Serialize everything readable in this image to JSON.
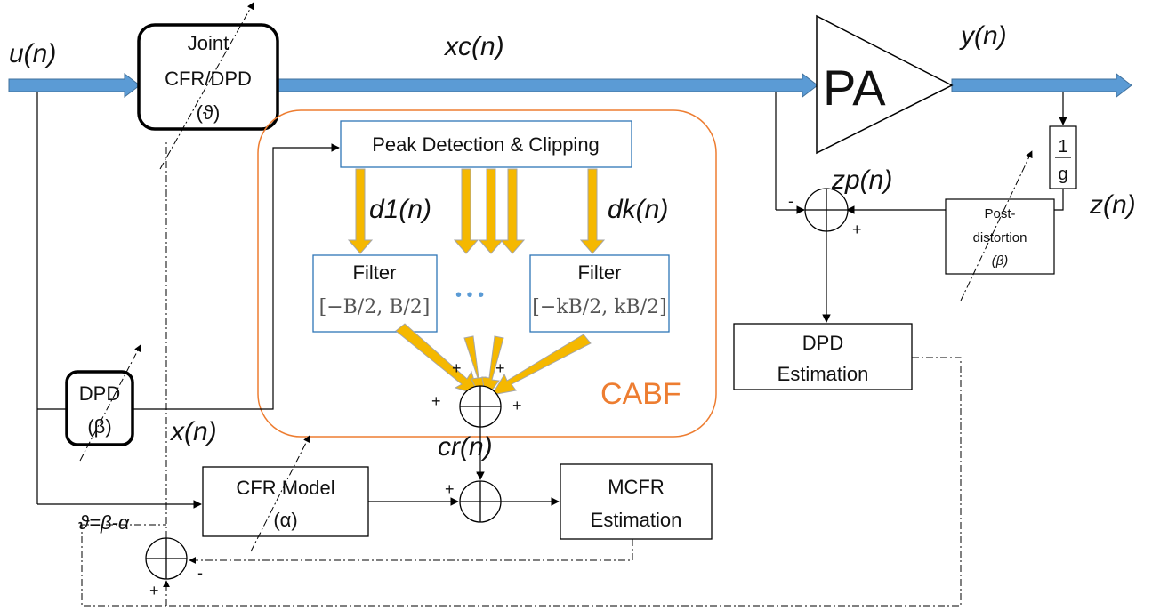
{
  "signals": {
    "u": "u(n)",
    "xc": "xc(n)",
    "y": "y(n)",
    "d1": "d1(n)",
    "dk": "dk(n)",
    "zp": "zp(n)",
    "z": "z(n)",
    "x": "x(n)",
    "cr": "cr(n)",
    "theta_eq": "ϑ=β-α"
  },
  "blocks": {
    "joint": [
      "Joint",
      "CFR/DPD",
      "(ϑ)"
    ],
    "peak": "Peak Detection & Clipping",
    "filter1": {
      "title": "Filter",
      "range": "[−B/2, B/2]"
    },
    "filterk": {
      "title": "Filter",
      "range": "[−kB/2, kB/2]"
    },
    "ellipsis": "• • •",
    "cabf": "CABF",
    "pa": "PA",
    "gain": {
      "num": "1",
      "den": "g"
    },
    "post": [
      "Post-",
      "distortion",
      "(β)"
    ],
    "dpd": [
      "DPD",
      "(β)"
    ],
    "dpd_est": [
      "DPD",
      "Estimation"
    ],
    "cfr_model": [
      "CFR Model",
      "(α)"
    ],
    "mcfr_est": [
      "MCFR",
      "Estimation"
    ]
  },
  "signs": {
    "plus": "+",
    "minus": "-"
  },
  "colors": {
    "main_arrow": "#5b9bd5",
    "main_arrow_edge": "#41719c",
    "filter_arrow": "#f5b800",
    "filter_arrow_edge": "#a6a6a6",
    "cabf_outline": "#ed7d31",
    "box_border": "#2e75b6",
    "line": "#000000"
  }
}
